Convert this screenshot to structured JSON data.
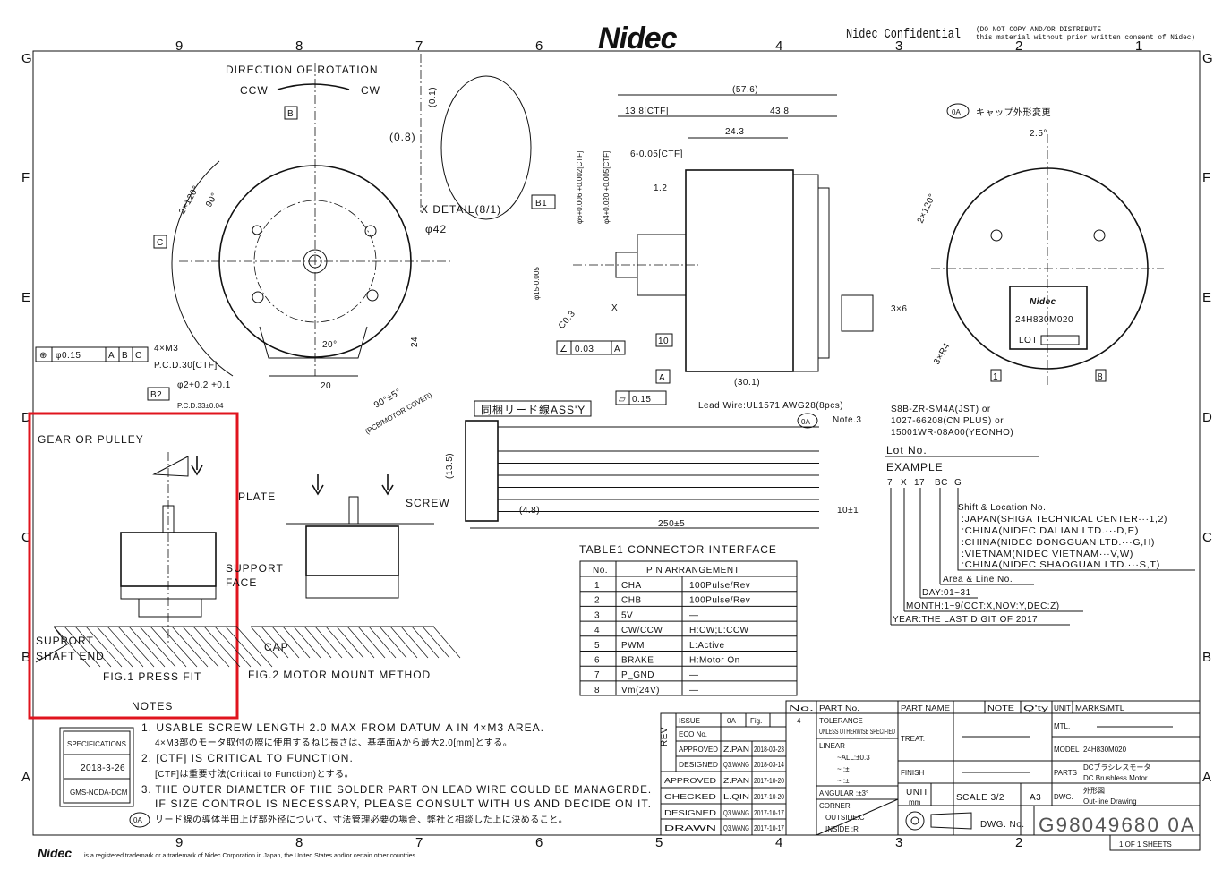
{
  "header": {
    "logo": "Nidec",
    "confidential": "Nidec Confidential",
    "notice_line1": "(DO NOT COPY AND/OR DISTRIBUTE",
    "notice_line2": "this material without prior written consent of Nidec)"
  },
  "grid": {
    "columns": [
      "9",
      "8",
      "7",
      "6",
      "5",
      "4",
      "3",
      "2",
      "1"
    ],
    "rows": [
      "G",
      "F",
      "E",
      "D",
      "C",
      "B",
      "A"
    ]
  },
  "front_view": {
    "direction": "DIRECTION OF ROTATION",
    "ccw": "CCW",
    "cw": "CW",
    "datum_b": "B",
    "datum_c": "C",
    "angle_2x120": "2×120°",
    "angle_90": "90°",
    "angle_20": "20°",
    "x_detail": "X DETAIL(8/1)",
    "dia_42": "φ42",
    "m3": "4×M3",
    "pcd30": "P.C.D.30[CTF]",
    "tol_pos": "φ0.15",
    "tol_a": "A",
    "tol_b": "B",
    "tol_c": "C",
    "hole": "φ2+0.2 +0.1",
    "datum_b2": "B2",
    "pcd33": "P.C.D.33±0.04",
    "dim_20": "20",
    "dim_24": "24",
    "angle_90_5": "90°±5°",
    "pcb_cover": "(PCB/MOTOR COVER)"
  },
  "detail": {
    "dim_01": "(0.1)",
    "dim_08": "(0.8)"
  },
  "side_view": {
    "dim_576": "(57.6)",
    "dim_138": "13.8[CTF]",
    "dim_438": "43.8",
    "dim_243": "24.3",
    "dim_6": "6-0.05[CTF]",
    "dim_12": "1.2",
    "dia6": "φ6+0.006 +0.002[CTF]",
    "dia4": "φ4+0.020 +0.005[CTF]",
    "dia15": "φ15-0.005",
    "datum_b1": "B1",
    "c03": "C0.3",
    "x_label": "X",
    "perp": "0.03",
    "perp_ref": "A",
    "dim_10": "10",
    "datum_a": "A",
    "dim_301": "(30.1)",
    "flat": "0.15",
    "dim_3x6": "3×6"
  },
  "rear_view": {
    "rev_note": "キャップ外形変更",
    "rev_mark": "0A",
    "angle_25": "2.5°",
    "angle_2x120": "2×120°",
    "label_logo": "Nidec",
    "label_model": "24H830M020",
    "label_lot": "LOT",
    "r4": "3×R4",
    "pin1": "1",
    "pin8": "8"
  },
  "wire": {
    "assy": "同梱リード線ASS'Y",
    "lead_wire": "Lead Wire:UL1571 AWG28(8pcs)",
    "note3": "Note.3",
    "rev_mark": "0A",
    "connector1": "S8B-ZR-SM4A(JST) or",
    "connector2": "1027-66208(CN PLUS) or",
    "connector3": "15001WR-08A00(YEONHO)",
    "dim_135": "(13.5)",
    "dim_48": "(4.8)",
    "dim_250": "250±5",
    "dim_10": "10±1"
  },
  "lot": {
    "title": "Lot No.",
    "example": "EXAMPLE",
    "codes": [
      "7",
      "X",
      "17",
      "BC",
      "G"
    ],
    "shift": "Shift & Location No.",
    "loc1": ":JAPAN(SHIGA TECHNICAL CENTER···1,2)",
    "loc2": ":CHINA(NIDEC DALIAN LTD.···D,E)",
    "loc3": ":CHINA(NIDEC DONGGUAN LTD.···G,H)",
    "loc4": ":VIETNAM(NIDEC VIETNAM···V,W)",
    "loc5": ":CHINA(NIDEC SHAOGUAN LTD.···S,T)",
    "area": "Area & Line No.",
    "day": "DAY:01~31",
    "month": "MONTH:1~9(OCT:X,NOV:Y,DEC:Z)",
    "year": "YEAR:THE LAST DIGIT OF 2017."
  },
  "table1": {
    "title": "TABLE1 CONNECTOR INTERFACE",
    "headers": [
      "No.",
      "PIN ARRANGEMENT"
    ],
    "rows": [
      [
        "1",
        "CHA",
        "100Pulse/Rev"
      ],
      [
        "2",
        "CHB",
        "100Pulse/Rev"
      ],
      [
        "3",
        "5V",
        "—"
      ],
      [
        "4",
        "CW/CCW",
        "H:CW;L:CCW"
      ],
      [
        "5",
        "PWM",
        "L:Active"
      ],
      [
        "6",
        "BRAKE",
        "H:Motor On"
      ],
      [
        "7",
        "P_GND",
        "—"
      ],
      [
        "8",
        "Vm(24V)",
        "—"
      ]
    ]
  },
  "figures": {
    "gear": "GEAR OR PULLEY",
    "support": "SUPPORT",
    "shaft_end": "SHAFT END",
    "fig1": "FIG.1 PRESS FIT",
    "plate": "PLATE",
    "screw": "SCREW",
    "support_face1": "SUPPORT",
    "support_face2": "FACE",
    "cap": "CAP",
    "fig2": "FIG.2 MOTOR MOUNT METHOD",
    "highlight_color": "#e0141e"
  },
  "notes": {
    "title": "NOTES",
    "n1": "1. USABLE SCREW LENGTH 2.0 MAX FROM DATUM A IN 4×M3 AREA.",
    "n1_jp": "4×M3部のモータ取付の際に使用するねじ長さは、基準面Aから最大2.0[mm]とする。",
    "n2": "2. [CTF] IS CRITICAL TO FUNCTION.",
    "n2_jp": "[CTF]は重要寸法(Criticai to Function)とする。",
    "n3": "3. THE OUTER DIAMETER OF THE SOLDER PART ON LEAD WIRE COULD BE MANAGERDE.",
    "n3b": "IF SIZE CONTROL IS NECESSARY, PLEASE CONSULT WITH US AND DECIDE ON IT.",
    "n3_jp": "リード線の導体半田上げ部外径について、寸法管理必要の場合、弊社と相談した上に決めること。",
    "rev_mark": "0A"
  },
  "spec_box": {
    "title": "SPECIFICATIONS",
    "date": "2018-3-26",
    "code": "GMS-NCDA-DCM"
  },
  "title_block": {
    "rev": "REV",
    "issue_label": "ISSUE",
    "issue": "0A",
    "fig_label": "Fig.",
    "fig": "4",
    "eco_label": "ECO No.",
    "rev_approved": "APPROVED",
    "rev_approved_by": "Z.PAN",
    "rev_approved_date": "2018-03-23",
    "rev_designed": "DESIGNED",
    "rev_designed_by": "Q3.WANG",
    "rev_designed_date": "2018-03-14",
    "approved": "APPROVED",
    "approved_by": "Z.PAN",
    "approved_date": "2017-10-20",
    "checked": "CHECKED",
    "checked_by": "L.QIN",
    "checked_date": "2017-10-20",
    "designed": "DESIGNED",
    "designed_by": "Q3.WANG",
    "designed_date": "2017-10-17",
    "drawn": "DRAWN",
    "drawn_by": "Q3.WANG",
    "drawn_date": "2017-10-17",
    "cols": [
      "No.",
      "PART No.",
      "PART NAME",
      "NOTE",
      "Q'ty",
      "UNIT",
      "MARKS/MTL"
    ],
    "tolerance": "TOLERANCE",
    "unless": "UNLESS OTHERWISE SPECIFIED",
    "linear": "LINEAR",
    "all": "~ALL:±0.3",
    "t2": "~    :±",
    "t3": "~    :±",
    "angular": "ANGULAR :±3°",
    "corner": "CORNER",
    "outside": "OUTSIDE:C",
    "inside": "INSIDE :R",
    "treat": "TREAT.",
    "finish": "FINISH",
    "unit": "UNIT",
    "mm": "mm",
    "scale": "SCALE 3/2",
    "size": "A3",
    "mtl": "MTL.",
    "model_label": "MODEL",
    "model": "24H830M020",
    "parts_label": "PARTS",
    "parts_jp": "DCブラシレスモータ",
    "parts": "DC Brushless Motor",
    "dwg_label": "DWG.",
    "dwg_jp": "外形図",
    "dwg": "Out-line Drawing",
    "dwg_no_label": "DWG. No.",
    "dwg_no": "G98049680 0A",
    "sheets": "1 OF 1 SHEETS"
  },
  "footer": {
    "logo": "Nidec",
    "trademark": "is a registered trademark or a trademark of Nidec Corporation in Japan, the United States and/or certain other countries."
  }
}
